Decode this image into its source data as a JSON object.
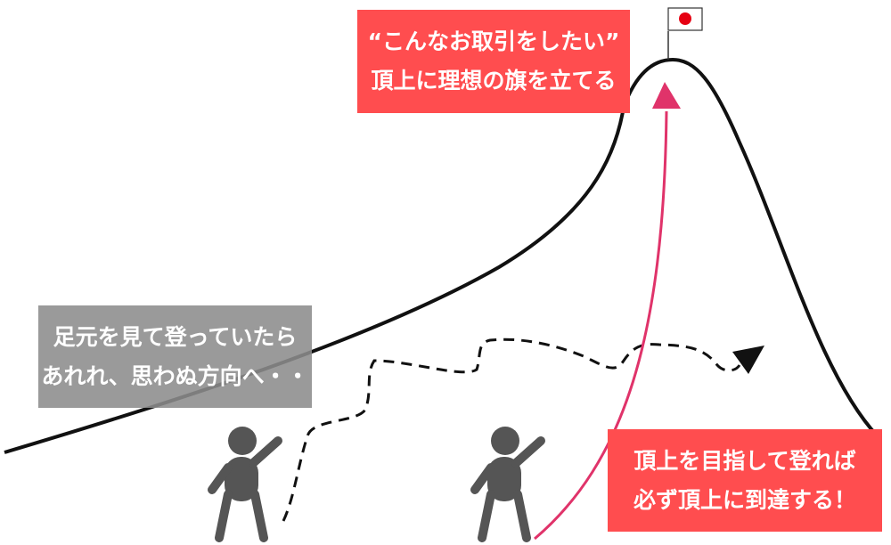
{
  "goal_box": {
    "line1": "“こんなお取引をしたい”",
    "line2": "頂上に理想の旗を立てる"
  },
  "lost_box": {
    "line1": "足元を見て登っていたら",
    "line2": "あれれ、思わぬ方向へ・・"
  },
  "reach_box": {
    "line1": "頂上を目指して登れば",
    "line2": "必ず頂上に到達する！"
  },
  "colors": {
    "accent": "#ff4d4f",
    "arrow": "#e0336a",
    "figure": "#555555",
    "flag_sun": "#e60012"
  }
}
